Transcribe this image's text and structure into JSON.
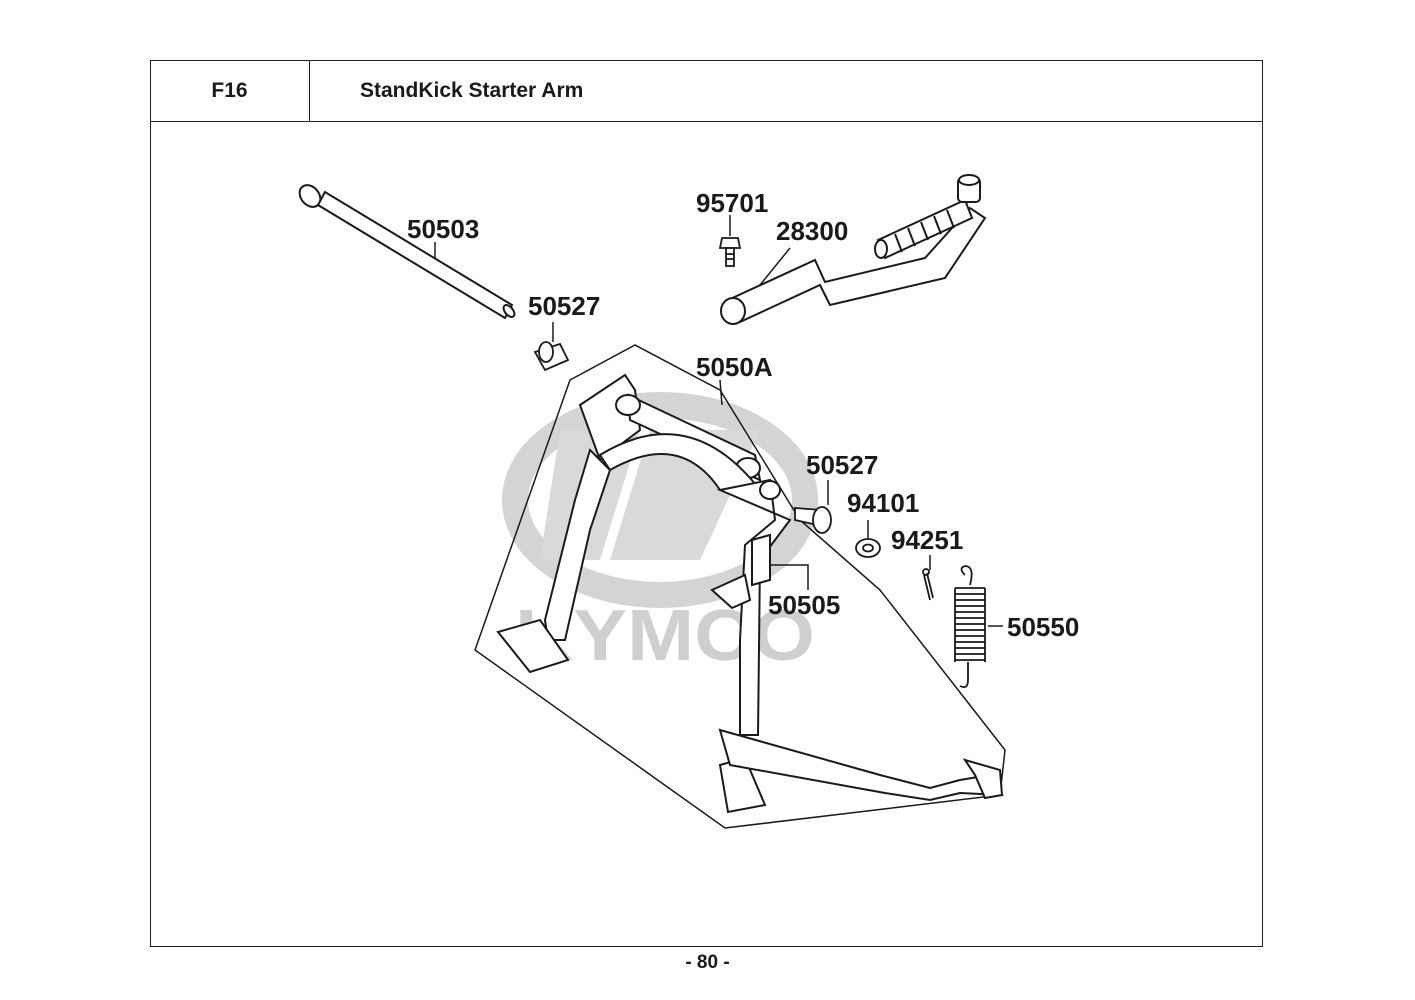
{
  "header": {
    "code": "F16",
    "title": "StandKick Starter Arm"
  },
  "watermark": {
    "brand": "KYMCO"
  },
  "parts": [
    {
      "id": "p50503",
      "number": "50503"
    },
    {
      "id": "p95701",
      "number": "95701"
    },
    {
      "id": "p28300",
      "number": "28300"
    },
    {
      "id": "p50527a",
      "number": "50527"
    },
    {
      "id": "p5050A",
      "number": "5050A"
    },
    {
      "id": "p50527b",
      "number": "50527"
    },
    {
      "id": "p94101",
      "number": "94101"
    },
    {
      "id": "p94251",
      "number": "94251"
    },
    {
      "id": "p50505",
      "number": "50505"
    },
    {
      "id": "p50550",
      "number": "50550"
    }
  ],
  "footer": {
    "page": "- 80 -"
  },
  "colors": {
    "line": "#1a1a1a",
    "watermark": "#cfcfcf",
    "background": "#ffffff"
  }
}
